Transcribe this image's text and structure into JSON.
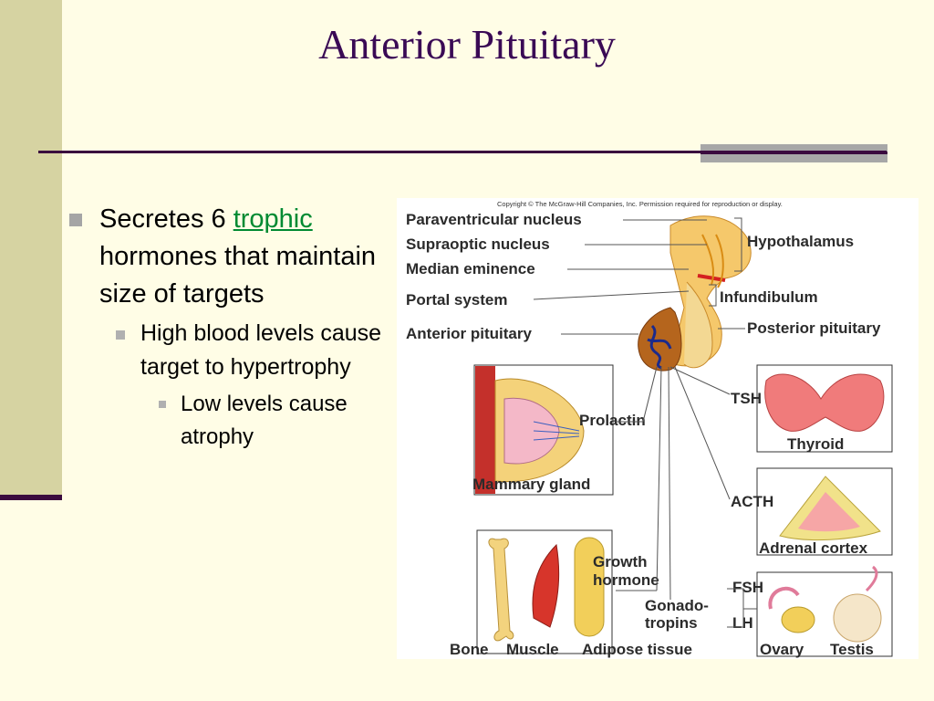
{
  "slide": {
    "title": "Anterior Pituitary",
    "bullets": {
      "b1_pre": "Secretes 6 ",
      "b1_link": "trophic",
      "b1_post": " hormones that maintain size of targets",
      "b2": "High blood levels cause target to hypertrophy",
      "b3": "Low levels cause atrophy"
    }
  },
  "figure": {
    "copyright": "Copyright © The McGraw-Hill Companies, Inc. Permission required for reproduction or display.",
    "labels": {
      "paraventricular": "Paraventricular nucleus",
      "supraoptic": "Supraoptic nucleus",
      "median": "Median eminence",
      "portal": "Portal system",
      "anterior": "Anterior pituitary",
      "hypothalamus": "Hypothalamus",
      "infundibulum": "Infundibulum",
      "posterior": "Posterior pituitary",
      "prolactin": "Prolactin",
      "mammary": "Mammary gland",
      "tsh": "TSH",
      "thyroid": "Thyroid",
      "acth": "ACTH",
      "adrenal": "Adrenal cortex",
      "growth1": "Growth",
      "growth2": "hormone",
      "gonado1": "Gonado-",
      "gonado2": "tropins",
      "fsh": "FSH",
      "lh": "LH",
      "bone": "Bone",
      "muscle": "Muscle",
      "adipose": "Adipose tissue",
      "ovary": "Ovary",
      "testis": "Testis"
    }
  }
}
